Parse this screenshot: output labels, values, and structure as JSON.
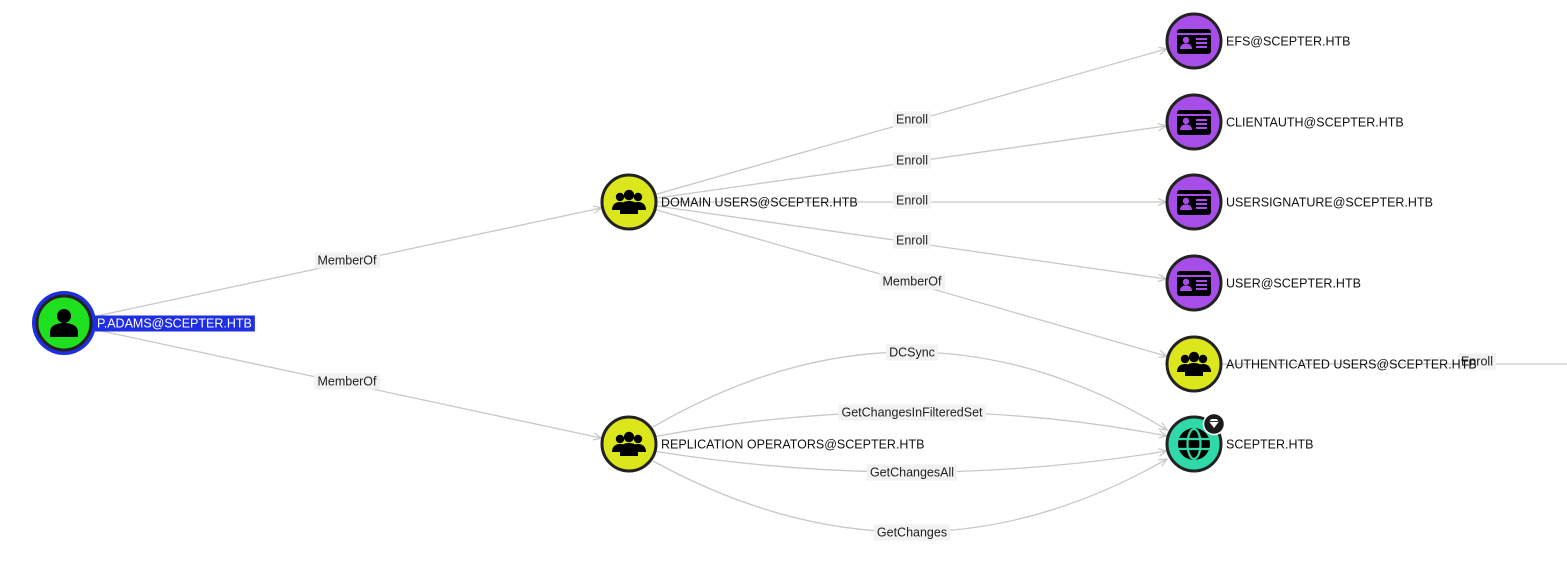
{
  "colors": {
    "user": "#1fe01f",
    "group": "#dbe61c",
    "cert_template": "#a84ee8",
    "domain": "#2fd9a8",
    "selected_ring": "#1f2ee0",
    "selected_label_bg": "#1f2ee0",
    "node_outline": "#222222",
    "edge": "#c8c8c8"
  },
  "nodes": [
    {
      "id": "padams",
      "label": "P.ADAMS@SCEPTER.HTB",
      "kind": "user",
      "icon": "user-icon",
      "selected": true
    },
    {
      "id": "domain-users",
      "label": "DOMAIN USERS@SCEPTER.HTB",
      "kind": "group",
      "icon": "group-icon"
    },
    {
      "id": "replication-operators",
      "label": "REPLICATION OPERATORS@SCEPTER.HTB",
      "kind": "group",
      "icon": "group-icon"
    },
    {
      "id": "efs",
      "label": "EFS@SCEPTER.HTB",
      "kind": "cert_template",
      "icon": "id-card-icon"
    },
    {
      "id": "clientauth",
      "label": "CLIENTAUTH@SCEPTER.HTB",
      "kind": "cert_template",
      "icon": "id-card-icon"
    },
    {
      "id": "usersignature",
      "label": "USERSIGNATURE@SCEPTER.HTB",
      "kind": "cert_template",
      "icon": "id-card-icon"
    },
    {
      "id": "user",
      "label": "USER@SCEPTER.HTB",
      "kind": "cert_template",
      "icon": "id-card-icon"
    },
    {
      "id": "authenticated-users",
      "label": "AUTHENTICATED USERS@SCEPTER.HTB",
      "kind": "group",
      "icon": "group-icon"
    },
    {
      "id": "scepter",
      "label": "SCEPTER.HTB",
      "kind": "domain",
      "icon": "globe-icon",
      "badge": "gem-icon"
    }
  ],
  "edges": [
    {
      "from": "padams",
      "to": "domain-users",
      "label": "MemberOf"
    },
    {
      "from": "padams",
      "to": "replication-operators",
      "label": "MemberOf"
    },
    {
      "from": "domain-users",
      "to": "efs",
      "label": "Enroll"
    },
    {
      "from": "domain-users",
      "to": "clientauth",
      "label": "Enroll"
    },
    {
      "from": "domain-users",
      "to": "usersignature",
      "label": "Enroll"
    },
    {
      "from": "domain-users",
      "to": "user",
      "label": "Enroll"
    },
    {
      "from": "domain-users",
      "to": "authenticated-users",
      "label": "MemberOf"
    },
    {
      "from": "replication-operators",
      "to": "scepter",
      "label": "DCSync"
    },
    {
      "from": "replication-operators",
      "to": "scepter",
      "label": "GetChangesInFilteredSet"
    },
    {
      "from": "replication-operators",
      "to": "scepter",
      "label": "GetChangesAll"
    },
    {
      "from": "replication-operators",
      "to": "scepter",
      "label": "GetChanges"
    },
    {
      "from": "authenticated-users",
      "to": "",
      "label": "Enroll"
    }
  ]
}
